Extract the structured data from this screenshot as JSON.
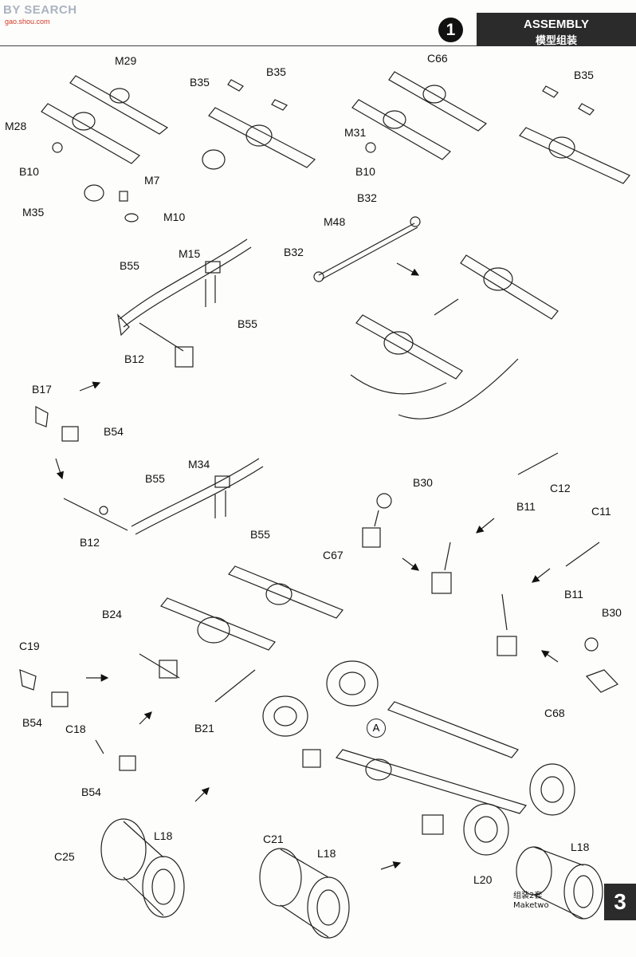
{
  "watermark": {
    "text_before": "",
    "text_red": "",
    "text_after": "BY SEARCH",
    "url": "gao.shou.com"
  },
  "header": {
    "title": "ASSEMBLY",
    "subtitle": "模型组装"
  },
  "step_number": "1",
  "page_number": "3",
  "circle_label": "A",
  "note": {
    "line1": "组装2套",
    "line2": "Maketwo"
  },
  "labels": {
    "M29": "M29",
    "M28": "M28",
    "B10a": "B10",
    "B35a": "B35",
    "B35b": "B35",
    "C66": "C66",
    "M31": "M31",
    "B10b": "B10",
    "B35c": "B35",
    "M7": "M7",
    "M35": "M35",
    "M10": "M10",
    "B32a": "B32",
    "M48": "M48",
    "B32b": "B32",
    "B55a": "B55",
    "M15": "M15",
    "B55b": "B55",
    "B12a": "B12",
    "B17": "B17",
    "B54a": "B54",
    "B55c": "B55",
    "M34": "M34",
    "B55d": "B55",
    "B12b": "B12",
    "B30a": "B30",
    "C67": "C67",
    "B11a": "B11",
    "C12": "C12",
    "C11": "C11",
    "B11b": "B11",
    "B24": "B24",
    "C19": "C19",
    "B54b": "B54",
    "B21": "B21",
    "B30b": "B30",
    "C68": "C68",
    "C18": "C18",
    "B54c": "B54",
    "C25": "C25",
    "L18a": "L18",
    "C21": "C21",
    "L18b": "L18",
    "L18c": "L18",
    "L20": "L20"
  }
}
